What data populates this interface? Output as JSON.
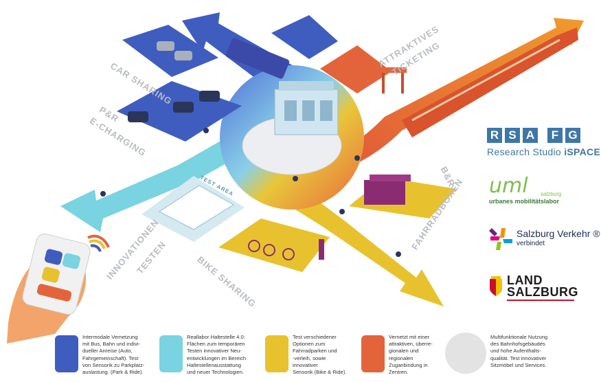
{
  "zones": {
    "car_sharing": "CAR SHARING",
    "pr_echarging_1": "P&R",
    "pr_echarging_2": "E-CHARGING",
    "attraktives_ticketing_1": "ATTRAKTIVES",
    "attraktives_ticketing_2": "TICKETING",
    "br": "B&R",
    "fahrradboxen": "FAHRRADBOXEN",
    "bike_sharing": "BIKE SHARING",
    "innovationen_1": "INNOVATIONEN",
    "innovationen_2": "TESTEN",
    "test_area_sign": "TEST AREA"
  },
  "logos": {
    "rsafg_letters": [
      "R",
      "S",
      "A",
      "F",
      "G"
    ],
    "rsafg_sub_regular": "Research Studio ",
    "rsafg_sub_bold": "iSPACE",
    "uml_mark": "uml",
    "uml_small": "salzburg",
    "uml_sub": "urbanes mobilitätslabor",
    "svb_title": "Salzburg Verkehr ®",
    "svb_sub": "verbindet",
    "land_line1": "LAND",
    "land_line2": "SALZBURG"
  },
  "legend": [
    {
      "color": "#3f5dbf",
      "text": "Intermodale Vernetzung\nmit Bus, Bahn und indivi-\ndueller Anreise (Auto,\nFahrgemeinschaft). Test\nvon Sensorik zu Parkplatz-\nauslastung. (Park & Ride)."
    },
    {
      "color": "#79d3e0",
      "text": "Reallabor Haltestelle 4.0:\nFlächen zum temporären\nTesten innovativer Neu-\nentwicklungen im Bereich\nHaltestellenausstattung\nund neuer Technologien."
    },
    {
      "color": "#e8c22e",
      "text": "Test verschiedener\nOptionen zum\nFahrradparken und\n-verleih, sowie\ninnovativer\nSensorik (Bike & Ride)."
    },
    {
      "color": "#e3643b",
      "text": "Vernetzt mit einer\nattraktiven, überre-\ngionalen und\nregionalen\nZuganbindung in\nZentren."
    },
    {
      "color": "#e3e3e3",
      "text": "Multifunktionale Nutzung\ndes Bahnhofsgebäudes\nund hohe Aufenthalts-\nqualität. Test innovativer\nSitzmöbel und Services."
    }
  ],
  "colors": {
    "blue": "#3f5dbf",
    "cyan": "#79d3e0",
    "yellow": "#e8c22e",
    "orange": "#e3643b",
    "train": "#d9532c",
    "grey_plaza": "#e6e7ea"
  }
}
